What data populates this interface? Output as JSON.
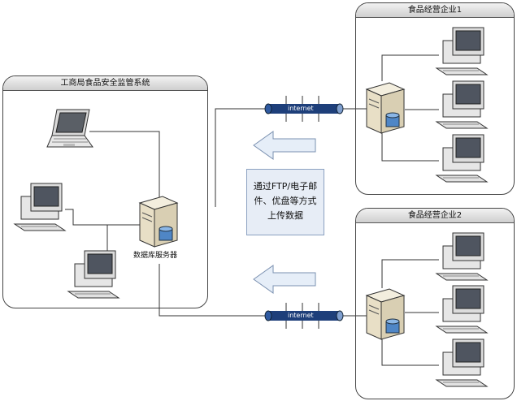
{
  "agency_panel": {
    "title": "工商局食品安全监管系统",
    "server_label": "数据库服务器"
  },
  "enterprise_1": {
    "title": "食品经营企业1"
  },
  "enterprise_2": {
    "title": "食品经营企业2"
  },
  "network": {
    "top_label": "internet",
    "bottom_label": "internet"
  },
  "upload_note": {
    "lines": [
      "通过FTP/电子邮",
      "件、优盘等方式",
      "上传数据"
    ]
  },
  "colors": {
    "pipe": "#1e3f7a",
    "panel_header": "#d8d8d8",
    "note_fill": "#e7edf6",
    "arrow_fill": "#e6eef8"
  }
}
